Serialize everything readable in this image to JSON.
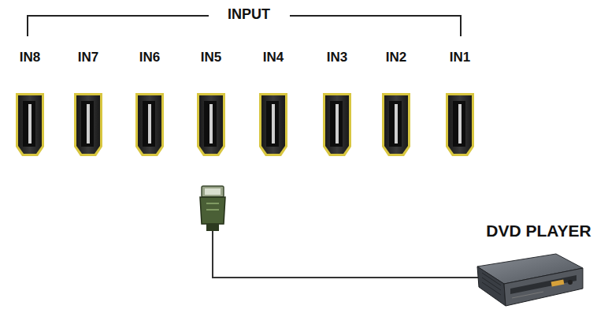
{
  "diagram": {
    "labels": [
      "INPUT",
      "IN8",
      "IN7",
      "IN6",
      "IN5",
      "IN4",
      "IN3",
      "IN2",
      "IN1",
      "DVD PLAYER"
    ]
  }
}
